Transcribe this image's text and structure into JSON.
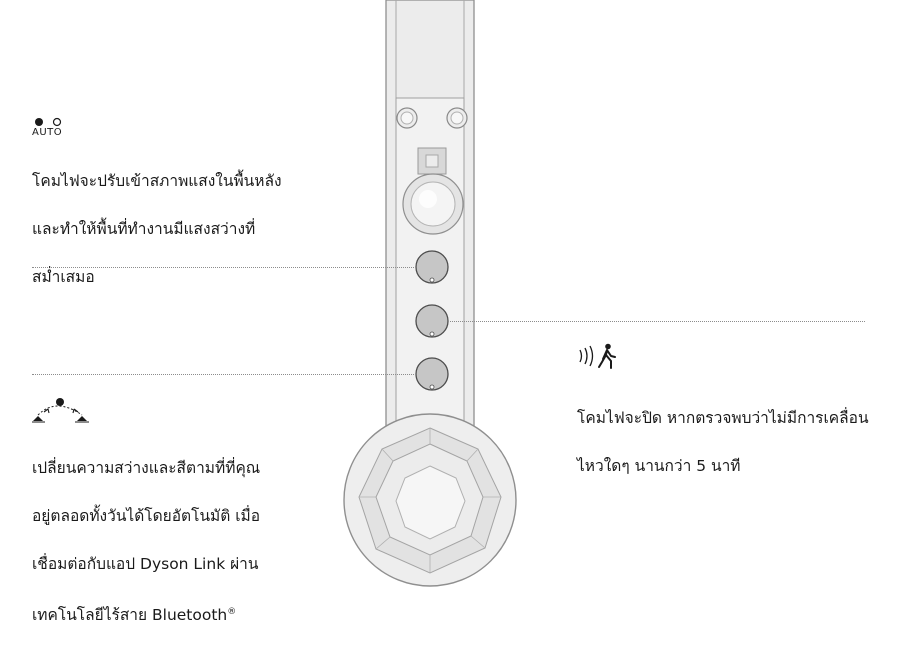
{
  "auto_mode": {
    "label": "AUTO",
    "description_line1": "โคมไฟจะปรับเข้าสภาพแสงในพื้นหลัง",
    "description_line2": "และทำให้พื้นที่ทำงานมีแสงสว่างที่",
    "description_line3": "สม่ำเสมอ"
  },
  "motion_sensor": {
    "icon": "motion-sensor-walking-person-icon",
    "description_line1": "โคมไฟจะปิด หากตรวจพบว่าไม่มีการเคลื่อน",
    "description_line2": "ไหวใดๆ นานกว่า 5 นาที"
  },
  "daylight_tracking": {
    "icon": "sun-arc-icon",
    "description_line1": "เปลี่ยนความสว่างและสีตามที่ที่คุณ",
    "description_line2": "อยู่ตลอดทั้งวันได้โดยอัตโนมัติ เมื่อ",
    "description_line3": "เชื่อมต่อกับแอป Dyson Link ผ่าน",
    "description_line4": "เทคโนโลยีไร้สาย Bluetooth",
    "trademark": "®"
  },
  "colors": {
    "device_body": "#e8e8e8",
    "device_outline": "#9a9a9a",
    "button_fill": "#c4c4c4",
    "text": "#1a1a1a"
  }
}
